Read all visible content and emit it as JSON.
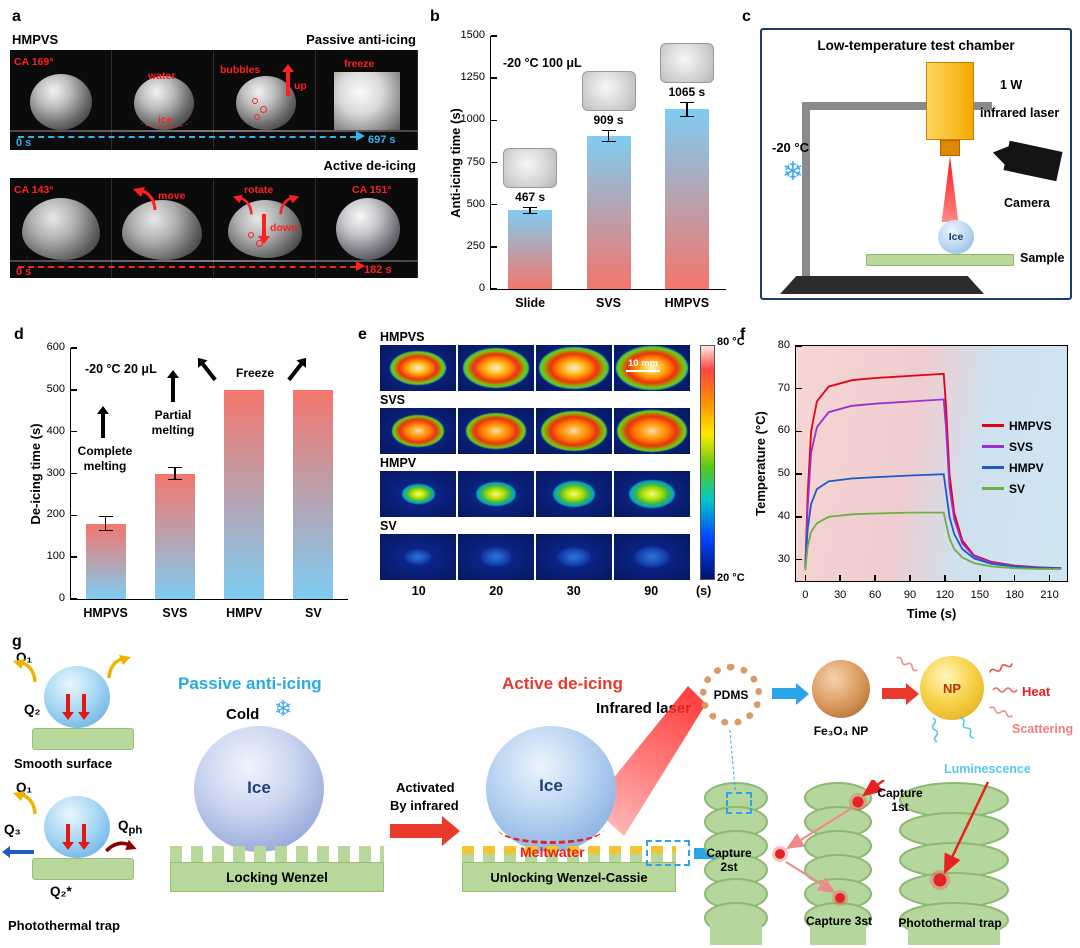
{
  "panel_labels": {
    "a": "a",
    "b": "b",
    "c": "c",
    "d": "d",
    "e": "e",
    "f": "f",
    "g": "g"
  },
  "panel_a": {
    "sample": "HMPVS",
    "passive_title": "Passive anti-icing",
    "active_title": "Active de-icing",
    "ca169": "CA 169°",
    "water": "water",
    "ice": "ice",
    "bubbles": "bubbles",
    "up": "up",
    "freeze": "freeze",
    "t0_top": "0 s",
    "t_end_top": "697 s",
    "ca143": "CA 143°",
    "move": "move",
    "rotate": "rotate",
    "down": "down",
    "ca151": "CA 151°",
    "t0_bottom": "0 s",
    "t_end_bottom": "182 s"
  },
  "panel_c": {
    "title": "Low-temperature test chamber",
    "temp": "-20 °C",
    "snowflake": "❄",
    "power": "1 W",
    "laser": "infrared laser",
    "camera": "Camera",
    "ice": "Ice",
    "sample": "Sample"
  },
  "panel_g": {
    "q1": "Q₁",
    "q2": "Q₂",
    "q3": "Q₃",
    "q2s": "Q₂*",
    "qph_base": "Q",
    "qph_sub": "ph",
    "smooth": "Smooth surface",
    "trap": "Photothermal trap",
    "passive_title": "Passive anti-icing",
    "cold": "Cold",
    "snowflake": "❄",
    "ice1": "Ice",
    "locking": "Locking Wenzel",
    "activated_1": "Activated",
    "activated_2": "By infrared",
    "active_title": "Active de-icing",
    "infrared": "Infrared laser",
    "ice2": "Ice",
    "meltwater": "Meltwater",
    "unlocking": "Unlocking Wenzel-Cassie",
    "pdms": "PDMS",
    "fe3o4": "Fe₃O₄ NP",
    "np": "NP",
    "heat": "Heat",
    "scattering": "Scattering",
    "luminescence": "Luminescence",
    "capture1": "Capture 1st",
    "capture2": "Capture 2st",
    "capture3": "Capture 3st",
    "trap2": "Photothermal trap"
  },
  "chart_data": [
    {
      "id": "b",
      "type": "bar",
      "ylabel": "Anti-icing time (s)",
      "annotation": "-20 °C 100 μL",
      "categories": [
        "Slide",
        "SVS",
        "HMPVS"
      ],
      "values": [
        467,
        909,
        1065
      ],
      "value_labels": [
        "467 s",
        "909 s",
        "1065 s"
      ],
      "errors": [
        20,
        35,
        45
      ],
      "yticks": [
        0,
        250,
        500,
        750,
        1000,
        1250,
        1500
      ],
      "ylim": [
        0,
        1500
      ],
      "bar_gradient": [
        "#f4766c",
        "#7ecdf2"
      ],
      "legend_position": "none",
      "grid": false
    },
    {
      "id": "d",
      "type": "bar",
      "ylabel": "De-icing time (s)",
      "annotation": "-20 °C 20 μL",
      "categories": [
        "HMPVS",
        "SVS",
        "HMPV",
        "SV"
      ],
      "values": [
        180,
        300,
        500,
        500
      ],
      "errors": [
        18,
        15,
        0,
        0
      ],
      "yticks": [
        0,
        100,
        200,
        300,
        400,
        500,
        600
      ],
      "ylim": [
        0,
        600
      ],
      "bar_gradient": [
        "#7ecdf2",
        "#f4766c"
      ],
      "annotations": [
        "Complete melting",
        "Partial melting",
        "Freeze"
      ],
      "grid": false
    },
    {
      "id": "e",
      "type": "heatmap",
      "rows": [
        "HMPVS",
        "SVS",
        "HMPV",
        "SV"
      ],
      "times": [
        "10",
        "20",
        "30",
        "90"
      ],
      "time_unit": "(s)",
      "scale": {
        "max": "80 °C",
        "min": "20 °C"
      },
      "scalebar": "10 mm",
      "spot_scale": [
        [
          0.85,
          1.0,
          1.05,
          1.1
        ],
        [
          0.8,
          0.9,
          1.0,
          1.05
        ],
        [
          0.5,
          0.6,
          0.65,
          0.7
        ],
        [
          0.42,
          0.48,
          0.52,
          0.55
        ]
      ]
    },
    {
      "id": "f",
      "type": "line",
      "xlabel": "Time (s)",
      "ylabel": "Temperature (°C)",
      "xticks": [
        0,
        30,
        60,
        90,
        120,
        150,
        180,
        210
      ],
      "yticks": [
        30,
        40,
        50,
        60,
        70,
        80
      ],
      "xlim": [
        -8,
        225
      ],
      "ylim": [
        25,
        80
      ],
      "series": [
        {
          "name": "HMPVS",
          "color": "#e50012",
          "points": [
            [
              0,
              28
            ],
            [
              2,
              45
            ],
            [
              5,
              60
            ],
            [
              10,
              67
            ],
            [
              20,
              70.5
            ],
            [
              40,
              72
            ],
            [
              60,
              72.5
            ],
            [
              90,
              73
            ],
            [
              119,
              73.5
            ],
            [
              121,
              66
            ],
            [
              124,
              50
            ],
            [
              128,
              41
            ],
            [
              135,
              34.5
            ],
            [
              145,
              31
            ],
            [
              160,
              29.5
            ],
            [
              180,
              28.6
            ],
            [
              200,
              28.2
            ],
            [
              220,
              28
            ]
          ]
        },
        {
          "name": "SVS",
          "color": "#9b2fd0",
          "points": [
            [
              0,
              28
            ],
            [
              2,
              42
            ],
            [
              5,
              55
            ],
            [
              10,
              61
            ],
            [
              20,
              64.5
            ],
            [
              40,
              66
            ],
            [
              60,
              66.5
            ],
            [
              90,
              67
            ],
            [
              119,
              67.5
            ],
            [
              121,
              61
            ],
            [
              124,
              47
            ],
            [
              128,
              39.5
            ],
            [
              135,
              33.8
            ],
            [
              145,
              30.8
            ],
            [
              160,
              29.3
            ],
            [
              180,
              28.5
            ],
            [
              200,
              28.1
            ],
            [
              220,
              28
            ]
          ]
        },
        {
          "name": "HMPV",
          "color": "#1f5bc4",
          "points": [
            [
              0,
              28
            ],
            [
              2,
              37
            ],
            [
              5,
              43
            ],
            [
              10,
              46.5
            ],
            [
              20,
              48.3
            ],
            [
              40,
              49
            ],
            [
              60,
              49.3
            ],
            [
              90,
              49.7
            ],
            [
              119,
              50
            ],
            [
              121,
              46
            ],
            [
              124,
              40
            ],
            [
              128,
              36
            ],
            [
              135,
              32.5
            ],
            [
              145,
              30.3
            ],
            [
              160,
              29
            ],
            [
              180,
              28.4
            ],
            [
              200,
              28.1
            ],
            [
              220,
              28
            ]
          ]
        },
        {
          "name": "SV",
          "color": "#6fad45",
          "points": [
            [
              0,
              27.5
            ],
            [
              2,
              33
            ],
            [
              5,
              36.5
            ],
            [
              10,
              38.5
            ],
            [
              20,
              40
            ],
            [
              40,
              40.6
            ],
            [
              60,
              40.8
            ],
            [
              90,
              41
            ],
            [
              119,
              41
            ],
            [
              121,
              38.5
            ],
            [
              124,
              35
            ],
            [
              128,
              32.5
            ],
            [
              135,
              30.5
            ],
            [
              145,
              29.2
            ],
            [
              160,
              28.4
            ],
            [
              180,
              28
            ],
            [
              200,
              27.8
            ],
            [
              220,
              27.8
            ]
          ]
        }
      ],
      "legend_position": "right"
    }
  ]
}
